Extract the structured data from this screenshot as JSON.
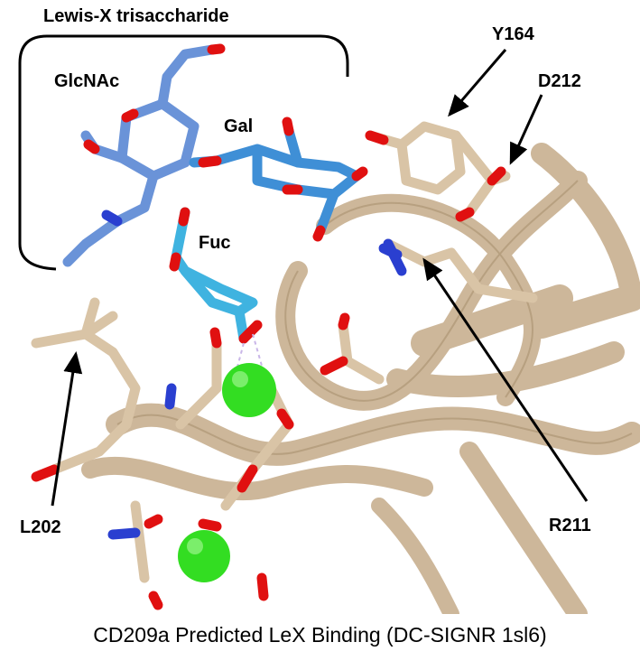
{
  "figure": {
    "bracket_label": "Lewis-X trisaccharide",
    "sugars": {
      "glcnac": "GlcNAc",
      "gal": "Gal",
      "fuc": "Fuc"
    },
    "residues": {
      "y164": "Y164",
      "d212": "D212",
      "r211": "R211",
      "l202": "L202"
    },
    "caption": "CD209a Predicted LeX Binding (DC-SIGNR 1sl6)"
  },
  "colors": {
    "protein": "#d8c3a5",
    "protein_edge": "#b49c7e",
    "glcnac": "#6a93d8",
    "gal": "#3f8fd6",
    "fuc": "#3fb3e0",
    "oxygen": "#e01010",
    "nitrogen": "#2a3fd0",
    "calcium": "#33dd22"
  }
}
